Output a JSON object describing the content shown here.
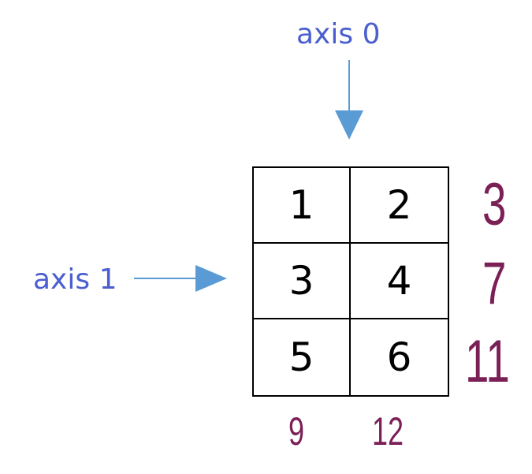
{
  "axis0": {
    "label": "axis 0"
  },
  "axis1": {
    "label": "axis 1"
  },
  "matrix": {
    "rows": [
      [
        "1",
        "2"
      ],
      [
        "3",
        "4"
      ],
      [
        "5",
        "6"
      ]
    ]
  },
  "row_sums": [
    "3",
    "7",
    "11"
  ],
  "column_sums": [
    "9",
    "12"
  ],
  "colors": {
    "axis_label": "#4a5ecf",
    "arrow": "#5b9bd5",
    "sum_text": "#7b1f57",
    "grid_line": "#000000"
  }
}
